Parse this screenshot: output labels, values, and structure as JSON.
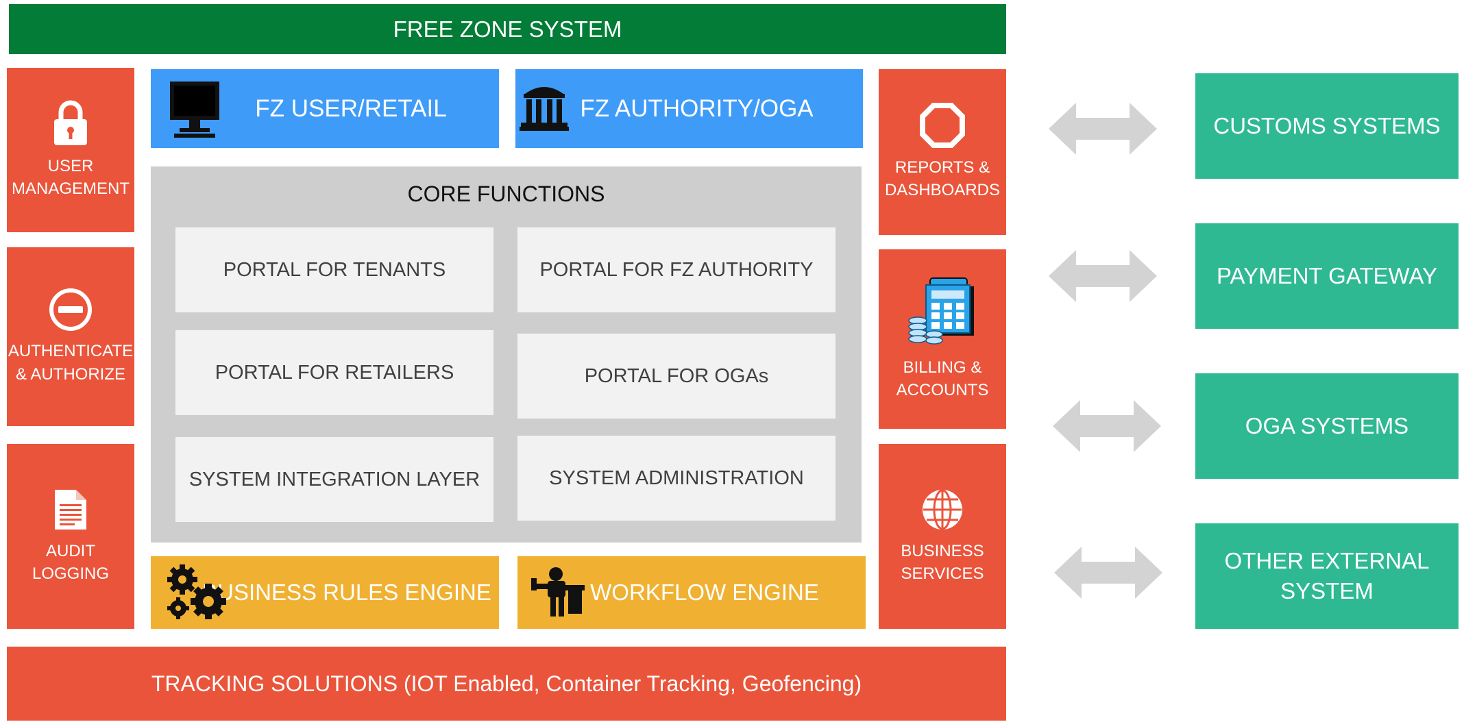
{
  "title": "FREE ZONE SYSTEM",
  "left_panels": [
    {
      "label": "USER\nMANAGEMENT",
      "icon": "lock-icon"
    },
    {
      "label": "AUTHENTICATE\n& AUTHORIZE",
      "icon": "no-entry-icon"
    },
    {
      "label": "AUDIT\nLOGGING",
      "icon": "document-icon"
    }
  ],
  "right_panels": [
    {
      "label": "REPORTS &\nDASHBOARDS",
      "icon": "octagon-icon"
    },
    {
      "label": "BILLING &\nACCOUNTS",
      "icon": "billing-calculator-icon"
    },
    {
      "label": "BUSINESS\nSERVICES",
      "icon": "globe-icon"
    }
  ],
  "users": [
    {
      "label": "FZ USER/RETAIL",
      "icon": "computer-monitor-icon"
    },
    {
      "label": "FZ AUTHORITY/OGA",
      "icon": "government-building-icon"
    }
  ],
  "core": {
    "title": "CORE FUNCTIONS",
    "items": [
      "PORTAL FOR TENANTS",
      "PORTAL FOR FZ AUTHORITY",
      "PORTAL FOR RETAILERS",
      "PORTAL FOR OGAs",
      "SYSTEM INTEGRATION LAYER",
      "SYSTEM ADMINISTRATION"
    ]
  },
  "engines": [
    {
      "label": "BUSINESS RULES ENGINE",
      "icon": "gears-icon"
    },
    {
      "label": "WORKFLOW ENGINE",
      "icon": "worker-icon"
    }
  ],
  "tracking": "TRACKING SOLUTIONS (IOT Enabled, Container Tracking, Geofencing)",
  "external": [
    "CUSTOMS SYSTEMS",
    "PAYMENT GATEWAY",
    "OGA SYSTEMS",
    "OTHER EXTERNAL\nSYSTEM"
  ],
  "colors": {
    "header_green": "#027c37",
    "panel_red": "#ea543a",
    "user_blue": "#3f9bf8",
    "core_gray": "#cfcecf",
    "engine_amber": "#f0b133",
    "external_teal": "#2eb992",
    "arrow_gray": "#d3d3d3"
  }
}
